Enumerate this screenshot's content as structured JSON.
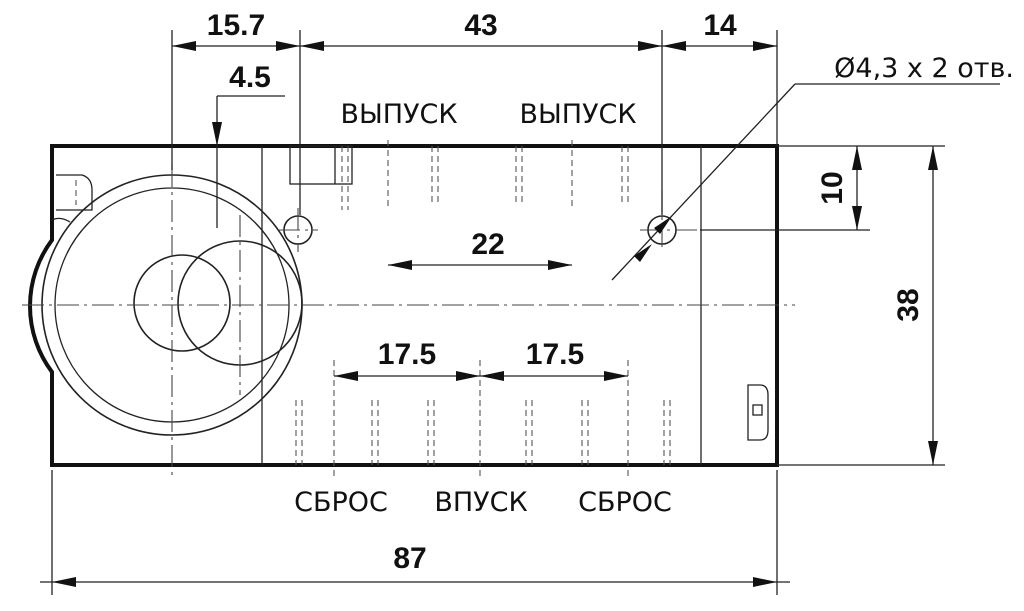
{
  "dimensions": {
    "top_left": "15.7",
    "top_mid": "43",
    "top_right": "14",
    "offset": "4.5",
    "hole_spec": "Ø4,3 x 2 отв.",
    "right_small": "10",
    "height": "38",
    "outlet_spacing": "22",
    "lower_left": "17.5",
    "lower_right": "17.5",
    "width": "87"
  },
  "ports": {
    "exhaust_left": "ВЫПУСК",
    "exhaust_right": "ВЫПУСК",
    "reset_left": "СБРОС",
    "inlet": "ВПУСК",
    "reset_right": "СБРОС"
  }
}
